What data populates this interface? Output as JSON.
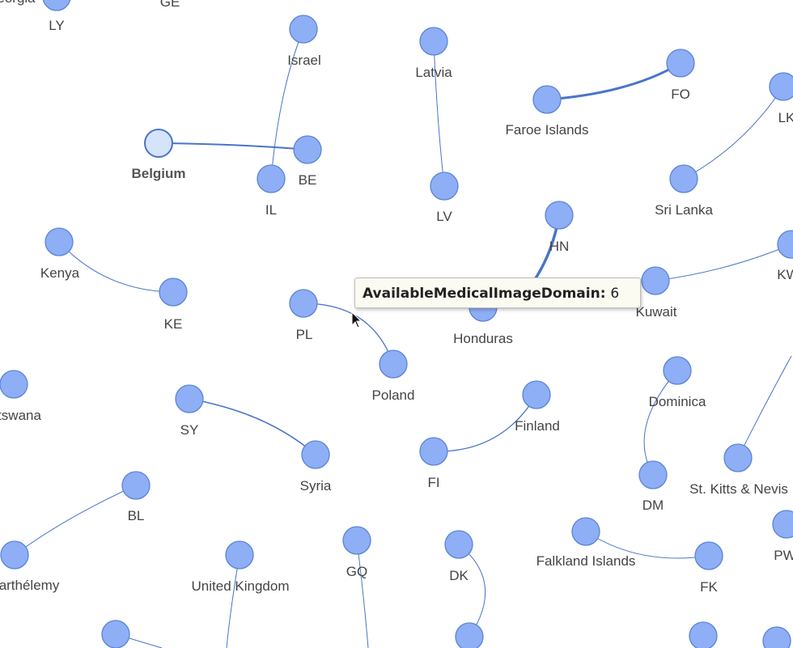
{
  "labels": {
    "georgia": "eorgia",
    "ge": "GE",
    "ly": "LY",
    "israel": "Israel",
    "latvia": "Latvia",
    "fo": "FO",
    "lk": "LK",
    "faroe": "Faroe Islands",
    "belgium": "Belgium",
    "be": "BE",
    "il": "IL",
    "lv": "LV",
    "sri_lanka": "Sri Lanka",
    "hn": "HN",
    "kenya": "Kenya",
    "kw": "KW",
    "ke": "KE",
    "kuwait": "Kuwait",
    "pl": "PL",
    "honduras": "Honduras",
    "poland": "Poland",
    "dominica": "Dominica",
    "botswana": "tswana",
    "sy": "SY",
    "finland": "Finland",
    "syria": "Syria",
    "fi": "FI",
    "st_kitts": "St. Kitts & Nevis",
    "dm": "DM",
    "bl": "BL",
    "falkland": "Falkland Islands",
    "pw": "PW",
    "st_barth": "arthélemy",
    "uk": "United Kingdom",
    "gq": "GQ",
    "dk": "DK",
    "fk": "FK"
  },
  "tooltip": {
    "key": "AvailableMedicalImageDomain",
    "value": "6"
  },
  "colors": {
    "node_fill": "#8eaef5",
    "node_stroke": "#5b84d6",
    "selected_fill": "#d6e4fb",
    "edge": "#4a74c9"
  }
}
